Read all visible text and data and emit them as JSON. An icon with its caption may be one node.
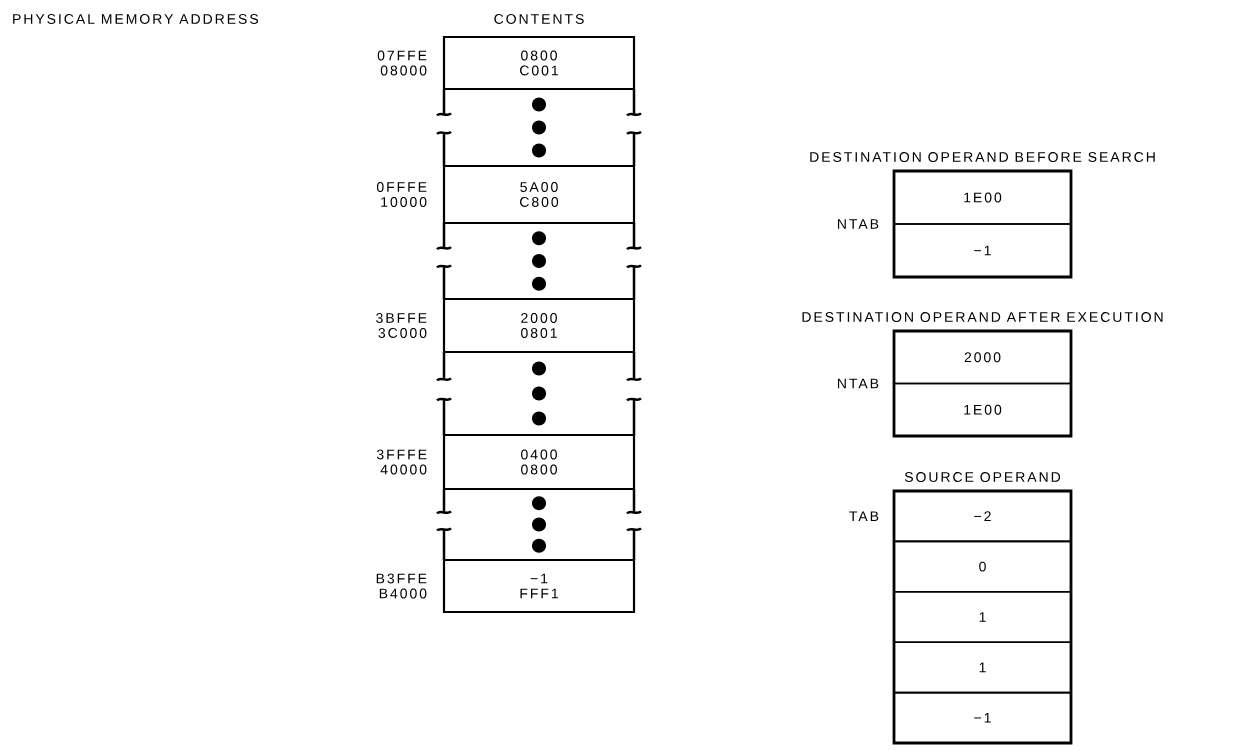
{
  "diagram": {
    "nodes": [
      {
        "text": [
          "0800",
          "C001"
        ],
        "beside": [
          "07FFE",
          "08000"
        ]
      },
      {
        "text": [
          "5A00",
          "C800"
        ],
        "beside": [
          "0FFFE",
          "10000"
        ]
      },
      {
        "text": [
          "2000",
          "0801"
        ],
        "beside": [
          "3BFFE",
          "3C000"
        ]
      },
      {
        "text": [
          "0400",
          "0800"
        ],
        "beside": [
          "3FFFE",
          "40000"
        ]
      },
      {
        "text": [
          "−1",
          "FFF1"
        ],
        "beside": [
          "B3FFE",
          "B4000"
        ]
      },
      {
        "text": [
          "DESTINATION OPERAND BEFORE SEARCH"
        ],
        "beside": [
          "NTAB"
        ]
      },
      {
        "text": [
          "1E00"
        ],
        "in": 5
      },
      {
        "text": [
          "−1"
        ],
        "in": 5
      },
      {
        "text": [
          "DESTINATION OPERAND AFTER EXECUTION"
        ],
        "beside": [
          "NTAB"
        ]
      },
      {
        "text": [
          "2000"
        ],
        "in": 8
      },
      {
        "text": [
          "1E00"
        ],
        "in": 8
      },
      {
        "text": [
          "SOURCE OPERAND"
        ],
        "beside": [
          "TAB"
        ]
      },
      {
        "text": [
          "−2"
        ],
        "in": 11
      },
      {
        "text": [
          "0"
        ],
        "in": 11
      },
      {
        "text": [
          "1"
        ],
        "in": 11
      },
      {
        "text": [
          "1"
        ],
        "in": 11
      },
      {
        "text": [
          "−1"
        ],
        "in": 11
      }
    ],
    "labels": [
      "PHYSICAL MEMORY ADDRESS",
      "CONTENTS"
    ]
  }
}
